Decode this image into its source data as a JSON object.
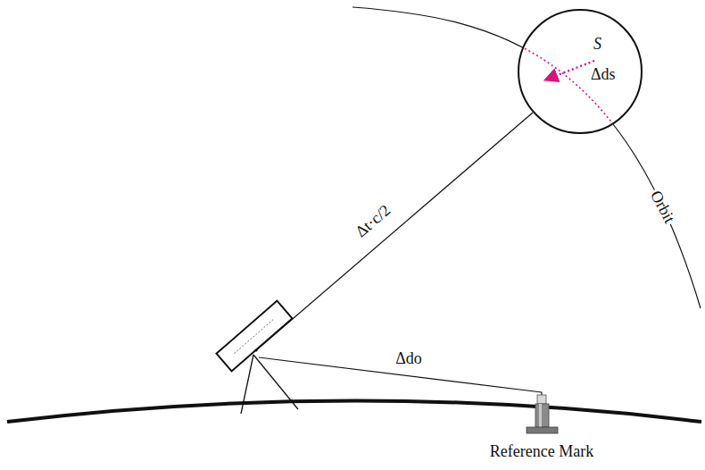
{
  "diagram": {
    "nodes": [
      {
        "text": [
          "S",
          "Δds"
        ]
      }
    ],
    "labels": [
      "Δt·c/2",
      "Orbit",
      "Δdo",
      "Reference Mark"
    ]
  }
}
